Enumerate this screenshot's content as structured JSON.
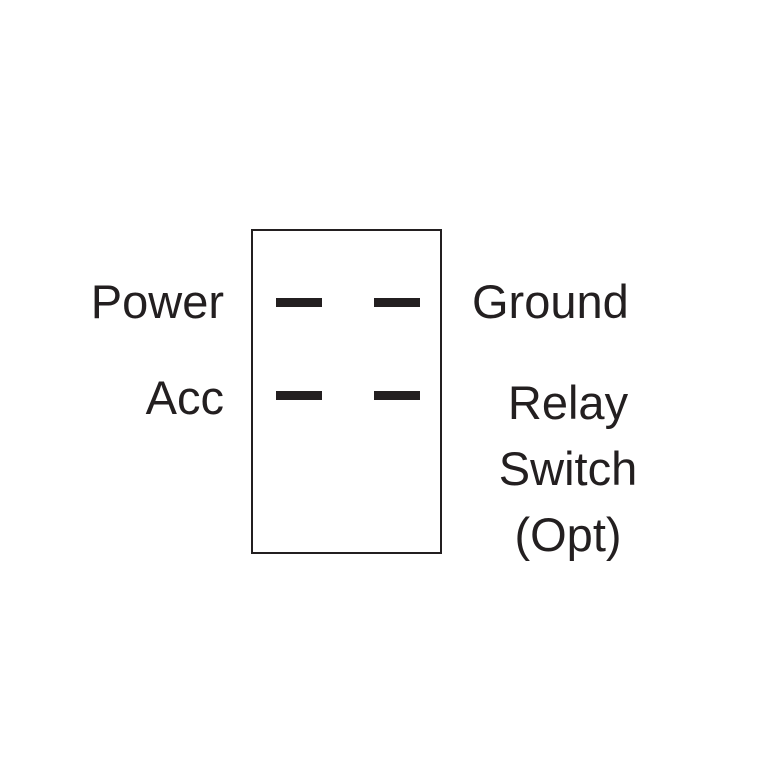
{
  "labels": {
    "power": "Power",
    "acc": "Acc",
    "ground": "Ground",
    "relay_lines": [
      "Relay",
      "Switch",
      "(Opt)"
    ]
  },
  "colors": {
    "ink": "#231f20",
    "background": "#ffffff"
  }
}
